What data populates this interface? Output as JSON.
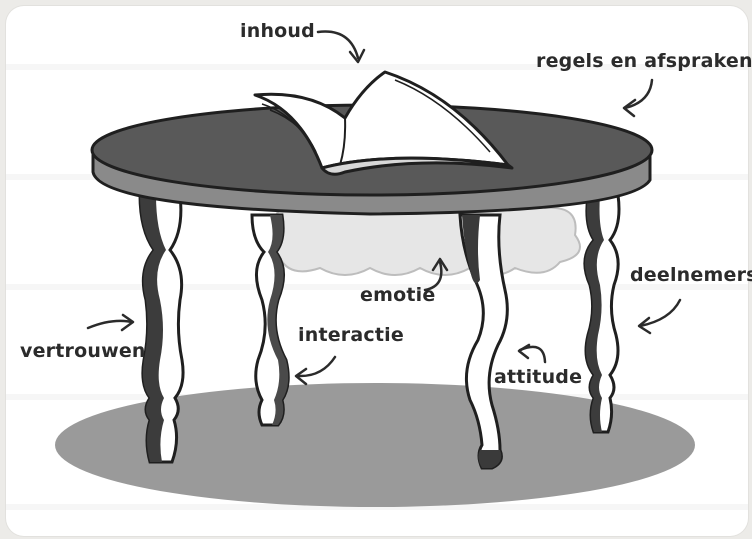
{
  "labels": {
    "inhoud": "inhoud",
    "regels": "regels en afspraken",
    "emotie": "emotie",
    "interactie": "interactie",
    "vertrouwen": "vertrouwen",
    "attitude": "attitude",
    "deelnemers": "deelnemers"
  }
}
